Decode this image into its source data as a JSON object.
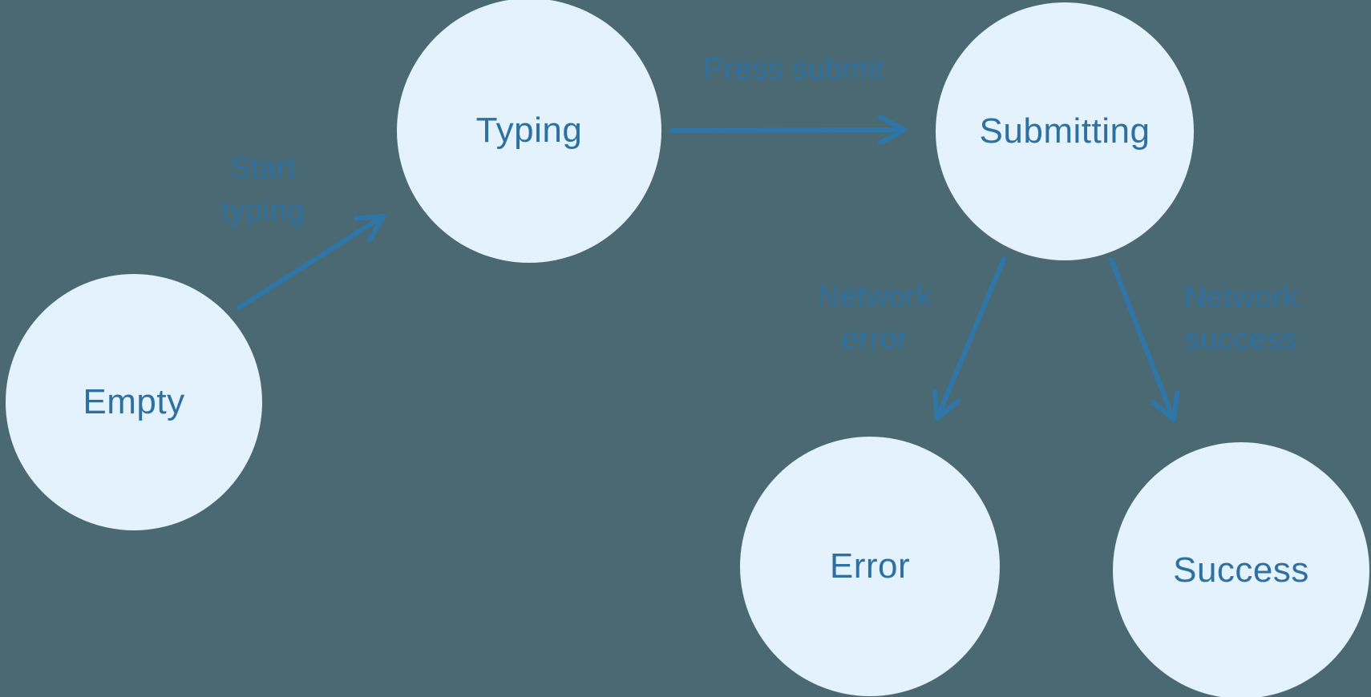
{
  "diagram": {
    "kind": "state-machine",
    "nodes": [
      {
        "id": "empty",
        "label": "Empty"
      },
      {
        "id": "typing",
        "label": "Typing"
      },
      {
        "id": "submitting",
        "label": "Submitting"
      },
      {
        "id": "error",
        "label": "Error"
      },
      {
        "id": "success",
        "label": "Success"
      }
    ],
    "edges": [
      {
        "from": "empty",
        "to": "typing",
        "label": "Start\ntyping"
      },
      {
        "from": "typing",
        "to": "submitting",
        "label": "Press submit"
      },
      {
        "from": "submitting",
        "to": "error",
        "label": "Network\nerror"
      },
      {
        "from": "submitting",
        "to": "success",
        "label": "Network\nsuccess"
      }
    ]
  },
  "colors": {
    "background": "#4b6972",
    "node-fill": "#e3f2fd",
    "ink": "#2e71a1",
    "arrow": "#2f76a8"
  }
}
